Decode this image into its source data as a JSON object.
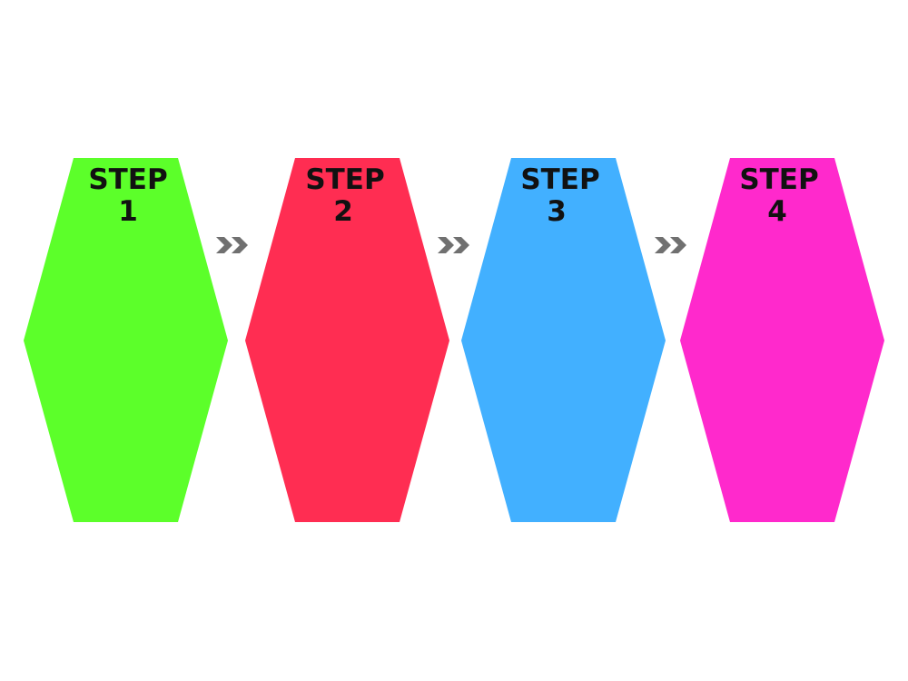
{
  "steps": [
    {
      "line1": "STEP",
      "line2": "1",
      "color": "#5cff2a"
    },
    {
      "line1": "STEP",
      "line2": "2",
      "color": "#ff2d52"
    },
    {
      "line1": "STEP",
      "line2": "3",
      "color": "#42b0ff"
    },
    {
      "line1": "STEP",
      "line2": "4",
      "color": "#ff29cc"
    }
  ],
  "connector": {
    "icon": "double-chevron-right-icon",
    "color": "#707070"
  }
}
